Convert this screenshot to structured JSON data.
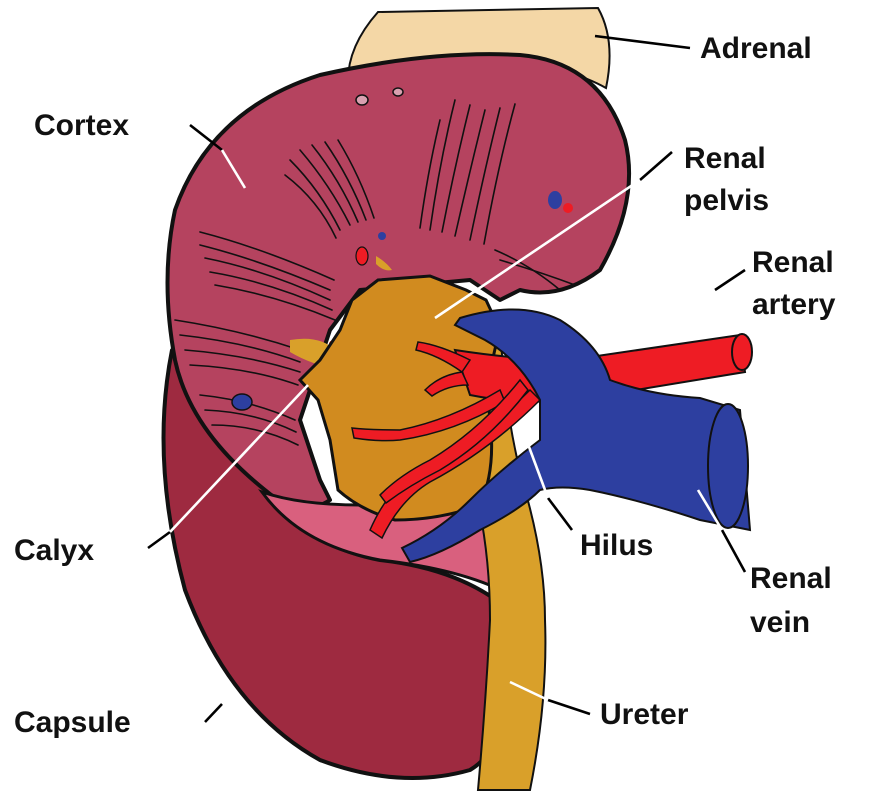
{
  "labels": {
    "adrenal": "Adrenal",
    "cortex": "Cortex",
    "renal_pelvis": [
      "Renal",
      "pelvis"
    ],
    "renal_artery": [
      "Renal",
      "artery"
    ],
    "calyx": "Calyx",
    "hilus": "Hilus",
    "renal_vein": [
      "Renal",
      "vein"
    ],
    "capsule": "Capsule",
    "ureter": "Ureter"
  },
  "colors": {
    "cortex": "#b5435f",
    "capsule": "#9e2a40",
    "medulla_pink": "#d9607e",
    "pelvis": "#d18b1f",
    "ureter": "#d9a02a",
    "adrenal": "#f4d7a6",
    "artery": "#ee1c24",
    "vein": "#2d3fa0"
  }
}
